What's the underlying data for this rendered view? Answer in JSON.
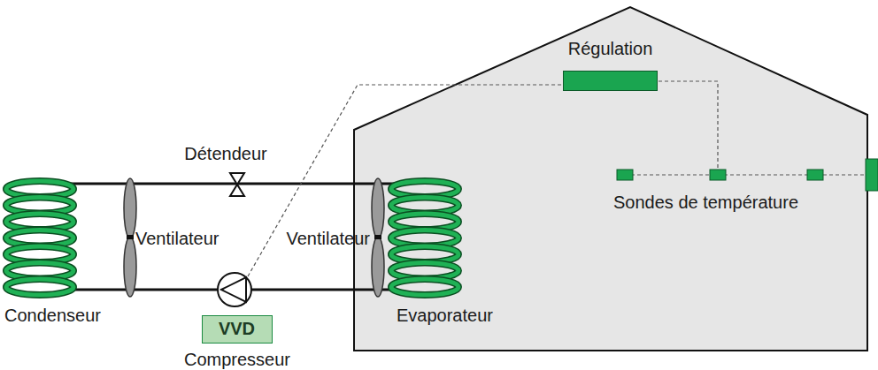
{
  "diagram": {
    "nodes": [
      {
        "text": [
          "Régulation"
        ]
      },
      {
        "text": [
          "VVD"
        ]
      }
    ],
    "labels": [
      "Détendeur",
      "Ventilateur",
      "Ventilateur",
      "Condenseur",
      "Evaporateur",
      "Sondes de température",
      "Compresseur"
    ]
  }
}
